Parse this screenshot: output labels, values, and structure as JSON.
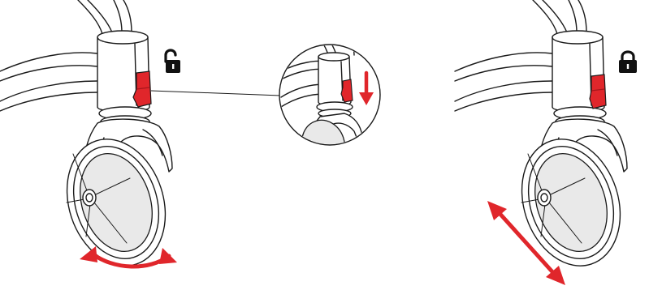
{
  "panels": [
    {
      "id": "unlocked",
      "lock_state": "unlocked",
      "lock_icon": "unlocked-padlock-icon",
      "motion": "swivel"
    },
    {
      "id": "detail",
      "lock_state": "press-down",
      "lock_icon": "",
      "motion": "press-down"
    },
    {
      "id": "locked",
      "lock_state": "locked",
      "lock_icon": "locked-padlock-icon",
      "motion": "fixed-direction"
    }
  ],
  "colors": {
    "accent": "#e0262b",
    "accent_dark": "#a8161b",
    "ink": "#1a1a1a",
    "icon": "#111111",
    "background": "#ffffff"
  }
}
